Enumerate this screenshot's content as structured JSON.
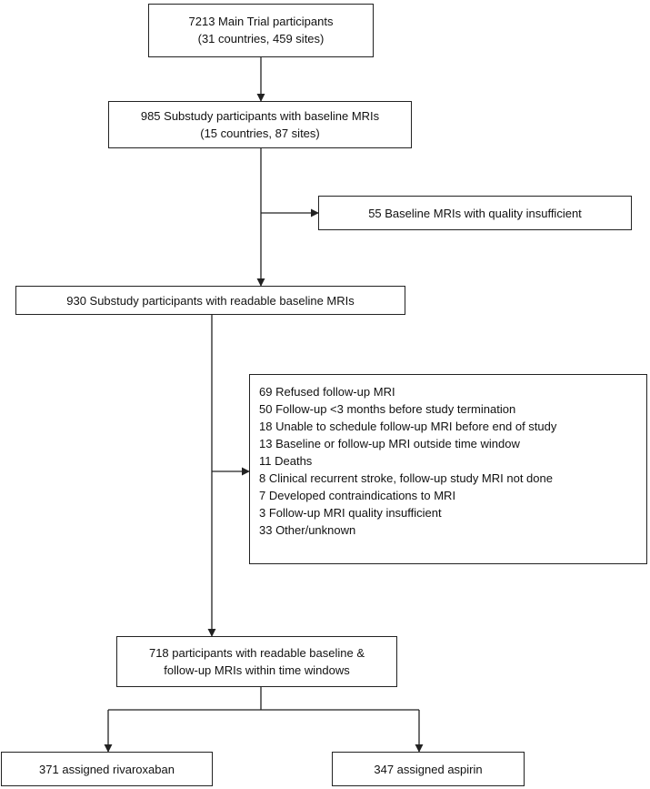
{
  "boxes": {
    "main_trial": {
      "lines": [
        "7213 Main Trial participants",
        "(31 countries, 459 sites)"
      ]
    },
    "substudy": {
      "lines": [
        "985 Substudy participants with baseline MRIs",
        "(15 countries, 87 sites)"
      ]
    },
    "baseline_insufficient": {
      "lines": [
        "55 Baseline MRIs with quality insufficient"
      ]
    },
    "readable_baseline": {
      "lines": [
        "930 Substudy participants with readable baseline MRIs"
      ]
    },
    "exclusions": {
      "lines": [
        "69 Refused follow-up MRI",
        "50 Follow-up <3 months before study termination",
        "18 Unable to schedule follow-up MRI before end of study",
        "13 Baseline or follow-up MRI outside time window",
        "11 Deaths",
        "8 Clinical recurrent stroke, follow-up study MRI  not done",
        "7 Developed contraindications to MRI",
        "3 Follow-up MRI quality insufficient",
        "33 Other/unknown"
      ]
    },
    "readable_followup": {
      "lines": [
        "718 participants with readable baseline &",
        "follow-up MRIs within time windows"
      ]
    },
    "rivaroxaban": {
      "lines": [
        "371 assigned rivaroxaban"
      ]
    },
    "aspirin": {
      "lines": [
        "347 assigned aspirin"
      ]
    }
  }
}
